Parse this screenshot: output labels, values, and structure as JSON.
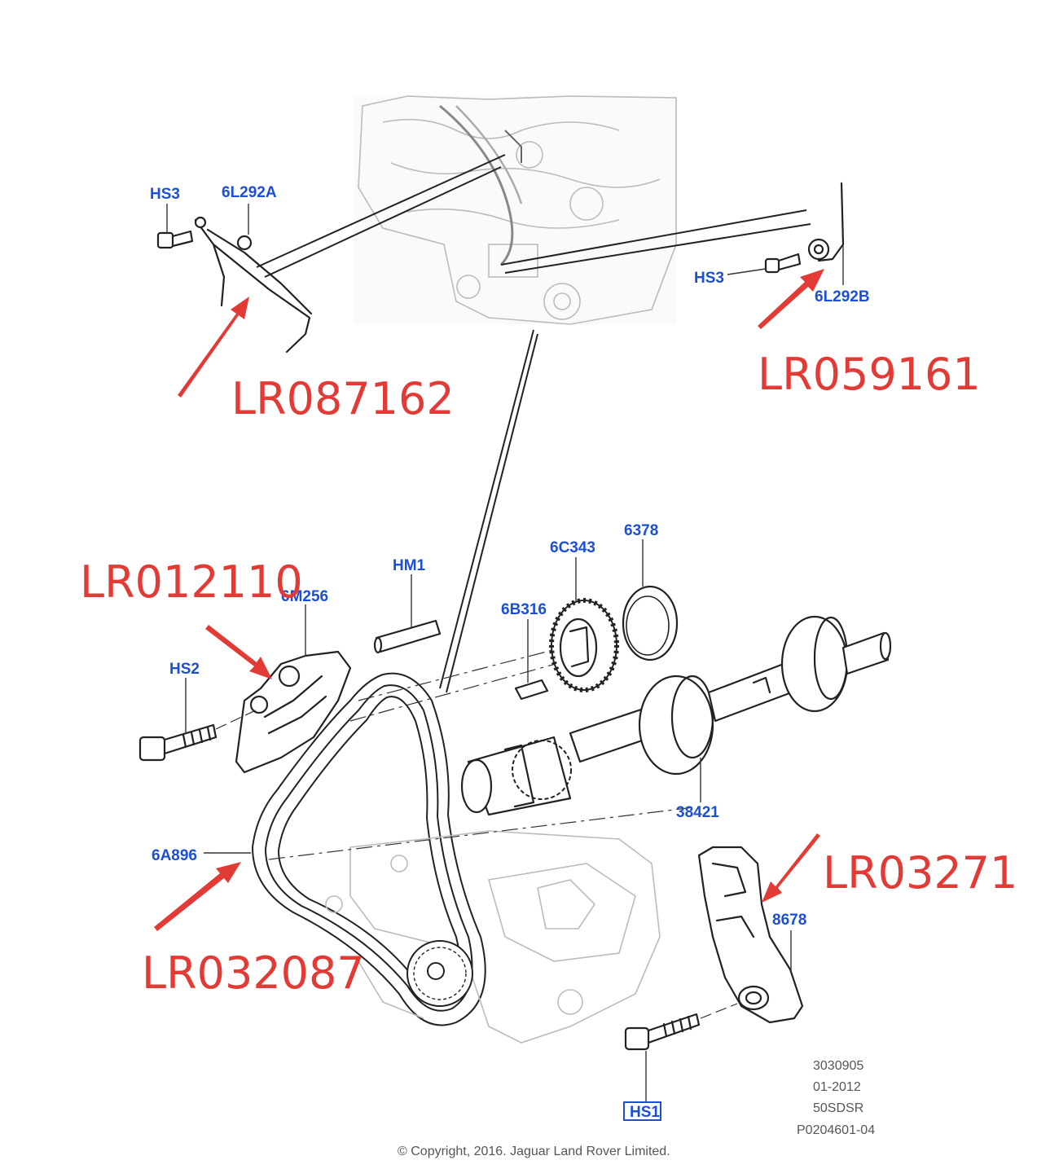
{
  "diagram": {
    "callouts": {
      "hs3_left": "HS3",
      "l6292a": "6L292A",
      "hs3_right": "HS3",
      "l6292b": "6L292B",
      "hm1": "HM1",
      "m6256": "6M256",
      "hs2": "HS2",
      "c6343": "6C343",
      "p6378": "6378",
      "b6316": "6B316",
      "p38421": "38421",
      "a6896": "6A896",
      "p8678": "8678",
      "hs1": "HS1"
    },
    "part_numbers": {
      "lr087162": "LR087162",
      "lr059161": "LR059161",
      "lr012110": "LR012110",
      "lr03271": "LR03271",
      "lr032087": "LR032087"
    },
    "meta": {
      "code1": "3030905",
      "date": "01-2012",
      "code2": "50SDSR",
      "code3": "P0204601-04",
      "copyright": "© Copyright, 2016. Jaguar Land Rover Limited."
    },
    "colors": {
      "callout": "#1a4fd6",
      "part_number": "#e23a35",
      "arrow": "#e23a35"
    }
  }
}
